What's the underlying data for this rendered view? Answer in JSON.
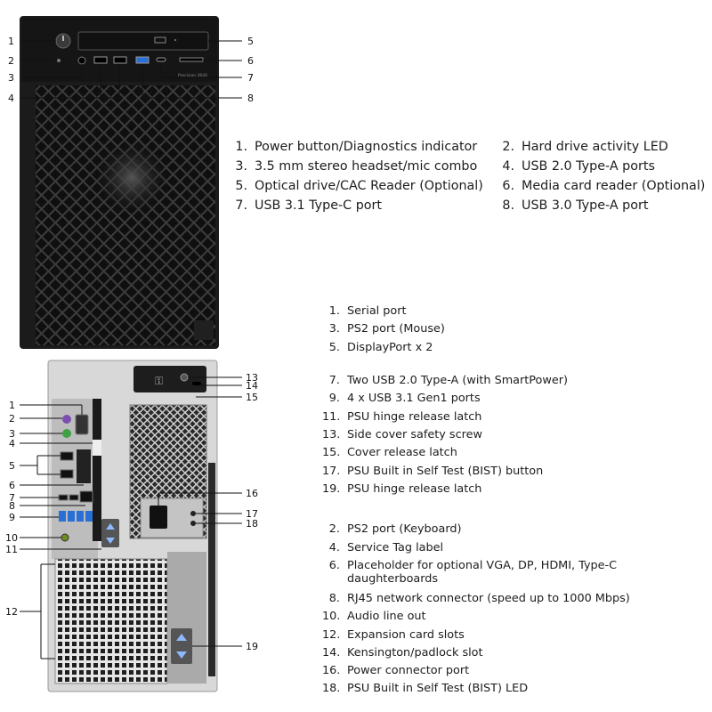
{
  "front_view": {
    "callouts": [
      "1",
      "2",
      "3",
      "4",
      "5",
      "6",
      "7",
      "8"
    ],
    "model_text": "Precision 3640",
    "legend": [
      {
        "num": "1.",
        "text": "Power button/Diagnostics indicator"
      },
      {
        "num": "2.",
        "text": "Hard drive activity LED"
      },
      {
        "num": "3.",
        "text": "3.5 mm stereo headset/mic combo"
      },
      {
        "num": "4.",
        "text": "USB 2.0 Type-A ports"
      },
      {
        "num": "5.",
        "text": "Optical drive/CAC Reader (Optional)"
      },
      {
        "num": "6.",
        "text": "Media card reader (Optional)"
      },
      {
        "num": "7.",
        "text": "USB 3.1 Type-C port"
      },
      {
        "num": "8.",
        "text": "USB 3.0 Type-A port"
      }
    ]
  },
  "rear_view": {
    "callouts": [
      "1",
      "2",
      "3",
      "4",
      "5",
      "6",
      "7",
      "8",
      "9",
      "10",
      "11",
      "12",
      "13",
      "14",
      "15",
      "16",
      "17",
      "18",
      "19"
    ],
    "legend": [
      {
        "num": "1.",
        "text": "Serial port"
      },
      {
        "num": "3.",
        "text": "PS2 port (Mouse)"
      },
      {
        "num": "5.",
        "text": "DisplayPort x 2"
      },
      {
        "num": "7.",
        "text": "Two USB 2.0 Type-A (with SmartPower)"
      },
      {
        "num": "9.",
        "text": "4 x USB 3.1 Gen1 ports"
      },
      {
        "num": "11.",
        "text": "PSU hinge release latch"
      },
      {
        "num": "13.",
        "text": "Side cover safety screw"
      },
      {
        "num": "15.",
        "text": "Cover release latch"
      },
      {
        "num": "17.",
        "text": "PSU Built in Self Test (BIST) button"
      },
      {
        "num": "19.",
        "text": "PSU hinge release latch"
      },
      {
        "num": "2.",
        "text": "PS2 port (Keyboard)"
      },
      {
        "num": "4.",
        "text": "Service Tag label"
      },
      {
        "num": "6.",
        "text": "Placeholder for optional VGA, DP, HDMI, Type-C",
        "cont": "daughterboards"
      },
      {
        "num": "8.",
        "text": "RJ45 network connector (speed up to 1000 Mbps)"
      },
      {
        "num": "10.",
        "text": "Audio line out"
      },
      {
        "num": "12.",
        "text": "Expansion card slots"
      },
      {
        "num": "14.",
        "text": "Kensington/padlock slot"
      },
      {
        "num": "16.",
        "text": "Power connector port"
      },
      {
        "num": "18.",
        "text": "PSU Built in Self Test (BIST) LED"
      }
    ]
  },
  "colors": {
    "chassis": "#1a1a1a",
    "mesh": "#3a3a3a",
    "metal": "#8a8a8a",
    "usb3_blue": "#2a6fd6",
    "text": "#1c1c1c"
  }
}
